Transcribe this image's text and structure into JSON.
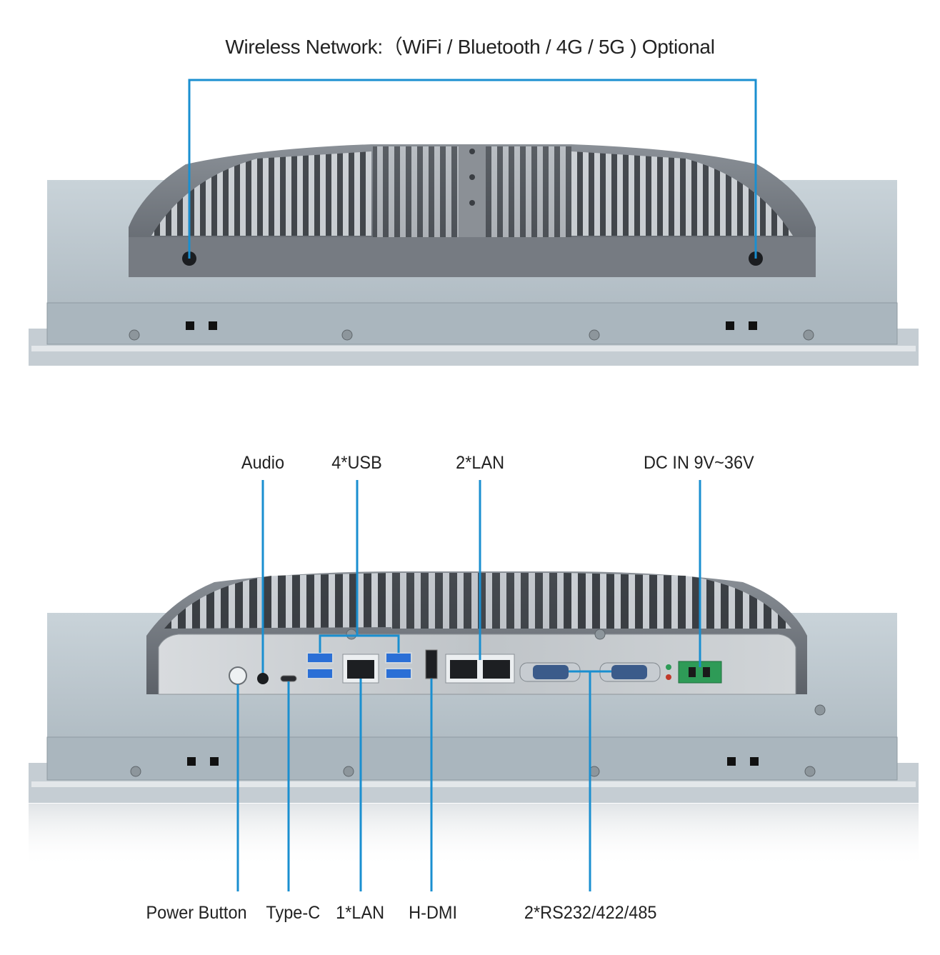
{
  "title": "Wireless Network:（WiFi / Bluetooth / 4G / 5G ) Optional",
  "callouts": {
    "audio": "Audio",
    "usb": "4*USB",
    "lan2": "2*LAN",
    "dc": "DC IN 9V~36V",
    "power": "Power Button",
    "typec": "Type-C",
    "lan1": "1*LAN",
    "hdmi": "H-DMI",
    "serial": "2*RS232/422/485"
  },
  "colors": {
    "callout_line": "#1a8fd0",
    "panel": "#b8c4cc",
    "heatsink": "#6a6f75",
    "io_plate": "#c9cdd1",
    "usb_blue": "#2a6fd6",
    "terminal_green": "#2e9b57"
  }
}
